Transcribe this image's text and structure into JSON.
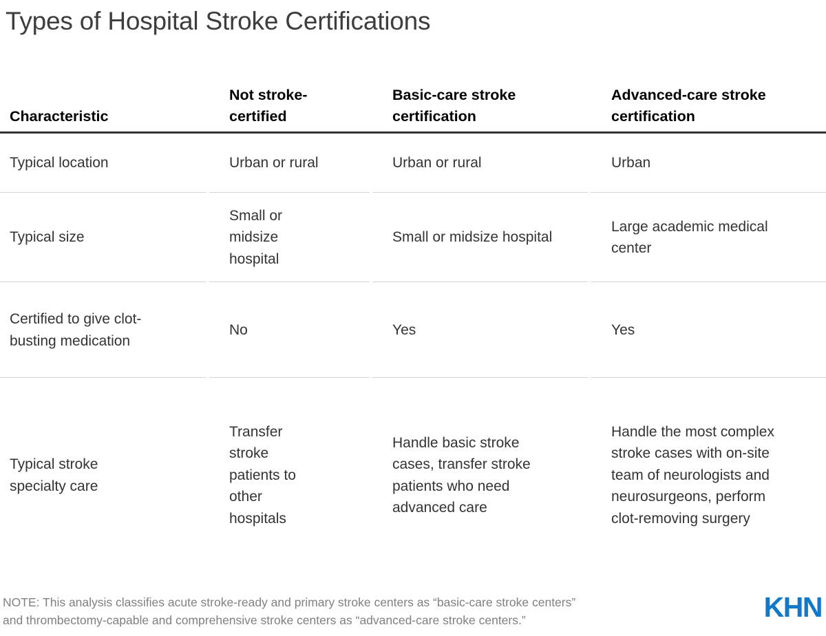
{
  "page": {
    "title": "Types of Hospital Stroke Certifications",
    "background_color": "#ffffff",
    "text_color": "#333333",
    "accent_color": "#1278c8"
  },
  "table": {
    "columns": [
      {
        "key": "characteristic",
        "label": "Characteristic"
      },
      {
        "key": "not_certified",
        "label": "Not stroke-certified"
      },
      {
        "key": "basic_care",
        "label": "Basic-care stroke certification"
      },
      {
        "key": "advanced_care",
        "label": "Advanced-care stroke certification"
      }
    ],
    "rows": [
      {
        "characteristic": "Typical location",
        "not_certified": "Urban or rural",
        "basic_care": "Urban or rural",
        "advanced_care": "Urban"
      },
      {
        "characteristic": "Typical size",
        "not_certified": "Small or midsize hospital",
        "basic_care": "Small or midsize hospital",
        "advanced_care": "Large academic medical center"
      },
      {
        "characteristic": "Certified to give clot-busting medication",
        "not_certified": "No",
        "basic_care": "Yes",
        "advanced_care": "Yes"
      },
      {
        "characteristic": "Typical stroke specialty care",
        "not_certified": "Transfer stroke patients to other hospitals",
        "basic_care": "Handle basic stroke cases, transfer stroke patients who need advanced care",
        "advanced_care": "Handle the most complex stroke cases with on-site team of neurologists and neurosurgeons, perform clot-removing surgery"
      }
    ]
  },
  "footer": {
    "note_line_1": "NOTE: This analysis classifies acute stroke-ready and primary stroke centers as “basic-care stroke centers”",
    "note_line_2": "and thrombectomy-capable and comprehensive stroke centers as “advanced-care stroke centers.”",
    "logo_text": "KHN"
  }
}
